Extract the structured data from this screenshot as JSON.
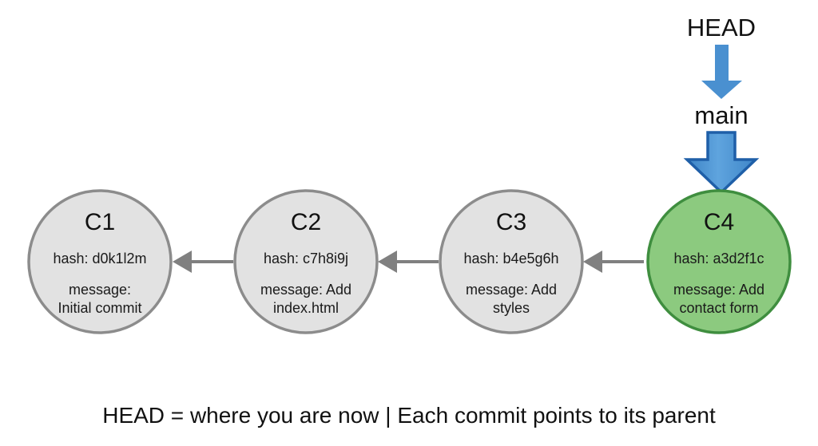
{
  "diagram": {
    "type": "git-commit-graph",
    "background_color": "#ffffff",
    "refs": {
      "head": {
        "label": "HEAD",
        "points_to": "main",
        "arrow_color": "#4A90D0"
      },
      "branch": {
        "label": "main",
        "points_to": "C4",
        "arrow_fill": "#59A0DB",
        "arrow_stroke": "#1F5FA8"
      }
    },
    "commits": [
      {
        "id": "C1",
        "hash_label": "hash: d0k1l2m",
        "message_line1": "message:",
        "message_line2": "Initial commit",
        "fill": "#E2E2E2",
        "stroke": "#8C8C8C",
        "current": false
      },
      {
        "id": "C2",
        "hash_label": "hash: c7h8i9j",
        "message_line1": "message: Add",
        "message_line2": "index.html",
        "fill": "#E2E2E2",
        "stroke": "#8C8C8C",
        "current": false
      },
      {
        "id": "C3",
        "hash_label": "hash: b4e5g6h",
        "message_line1": "message: Add",
        "message_line2": "styles",
        "fill": "#E2E2E2",
        "stroke": "#8C8C8C",
        "current": false
      },
      {
        "id": "C4",
        "hash_label": "hash: a3d2f1c",
        "message_line1": "message: Add",
        "message_line2": "contact form",
        "fill": "#8CCA7F",
        "stroke": "#3F8E3F",
        "current": true
      }
    ],
    "parent_links": [
      {
        "from": "C2",
        "to": "C1"
      },
      {
        "from": "C3",
        "to": "C2"
      },
      {
        "from": "C4",
        "to": "C3"
      }
    ],
    "link_color": "#808080",
    "caption": "HEAD = where you are now | Each commit points to its parent"
  }
}
